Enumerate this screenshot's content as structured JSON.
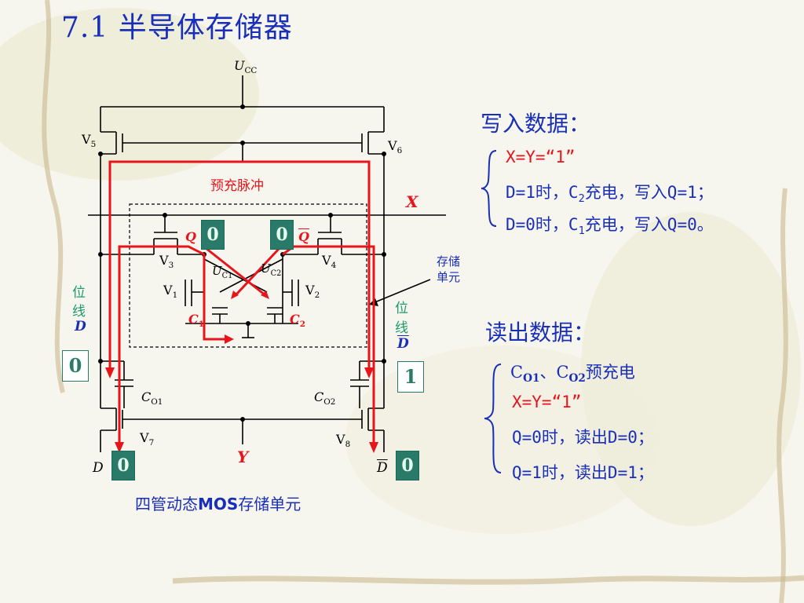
{
  "slide": {
    "title": "7.1 半导体存储器",
    "caption_prefix": "四管动态",
    "caption_bold": "MOS",
    "caption_suffix": "存储单元"
  },
  "circuit": {
    "ucc": "U",
    "ucc_sub": "CC",
    "precharge": "预充脉冲",
    "x": "X",
    "y": "Y",
    "q": "Q",
    "qbar": "Q",
    "uc1": "U",
    "uc1_sub": "C1",
    "uc2": "U",
    "uc2_sub": "C2",
    "c1": "C",
    "c1_sub": "1",
    "c2": "C",
    "c2_sub": "2",
    "co1": "C",
    "co1_sub": "O1",
    "co2": "C",
    "co2_sub": "O2",
    "v1": "V",
    "v1_sub": "1",
    "v2": "V",
    "v2_sub": "2",
    "v3": "V",
    "v3_sub": "3",
    "v4": "V",
    "v4_sub": "4",
    "v5": "V",
    "v5_sub": "5",
    "v6": "V",
    "v6_sub": "6",
    "v7": "V",
    "v7_sub": "7",
    "v8": "V",
    "v8_sub": "8",
    "bitline_left_1": "位",
    "bitline_left_2": "线",
    "bitline_left_d": "D",
    "bitline_right_1": "位",
    "bitline_right_2": "线",
    "bitline_right_d": "D",
    "storage_cell_1": "存储",
    "storage_cell_2": "单元",
    "d_left": "D",
    "d_right": "D",
    "box_left_value": "0",
    "box_right_value": "1",
    "q_box_value": "0",
    "qbar_box_value": "0",
    "d_box_value": "0",
    "dbar_box_value": "0"
  },
  "write": {
    "heading": "写入数据：",
    "line1": "X=Y=“1”",
    "line2_a": "D=1时，C",
    "line2_sub": "2",
    "line2_b": "充电，写入Q=1；",
    "line3_a": "D=0时，C",
    "line3_sub": "1",
    "line3_b": "充电，写入Q=0。"
  },
  "read": {
    "heading": "读出数据：",
    "line1_a": "C",
    "line1_sub1": "O1",
    "line1_mid": "、C",
    "line1_sub2": "O2",
    "line1_b": "预充电",
    "line2": "X=Y=“1”",
    "line3": "Q=0时，读出D=0；",
    "line4": "Q=1时，读出D=1；"
  },
  "colors": {
    "title": "#1a2fb8",
    "red": "#e8141c",
    "teal": "#2a7a6a"
  }
}
